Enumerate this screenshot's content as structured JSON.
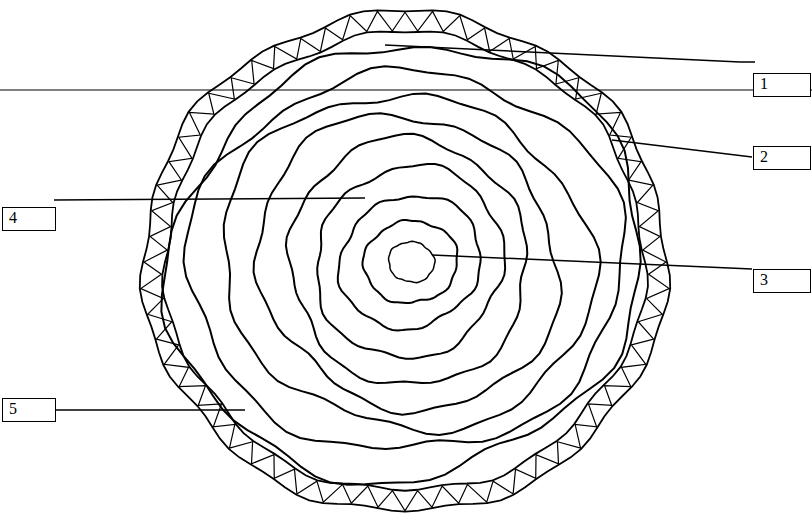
{
  "diagram": {
    "nodes": [
      {
        "text": [
          "1"
        ]
      },
      {
        "text": [
          "2"
        ]
      },
      {
        "text": [
          "4"
        ]
      },
      {
        "text": [
          "3"
        ]
      },
      {
        "text": [
          "5"
        ]
      }
    ]
  }
}
